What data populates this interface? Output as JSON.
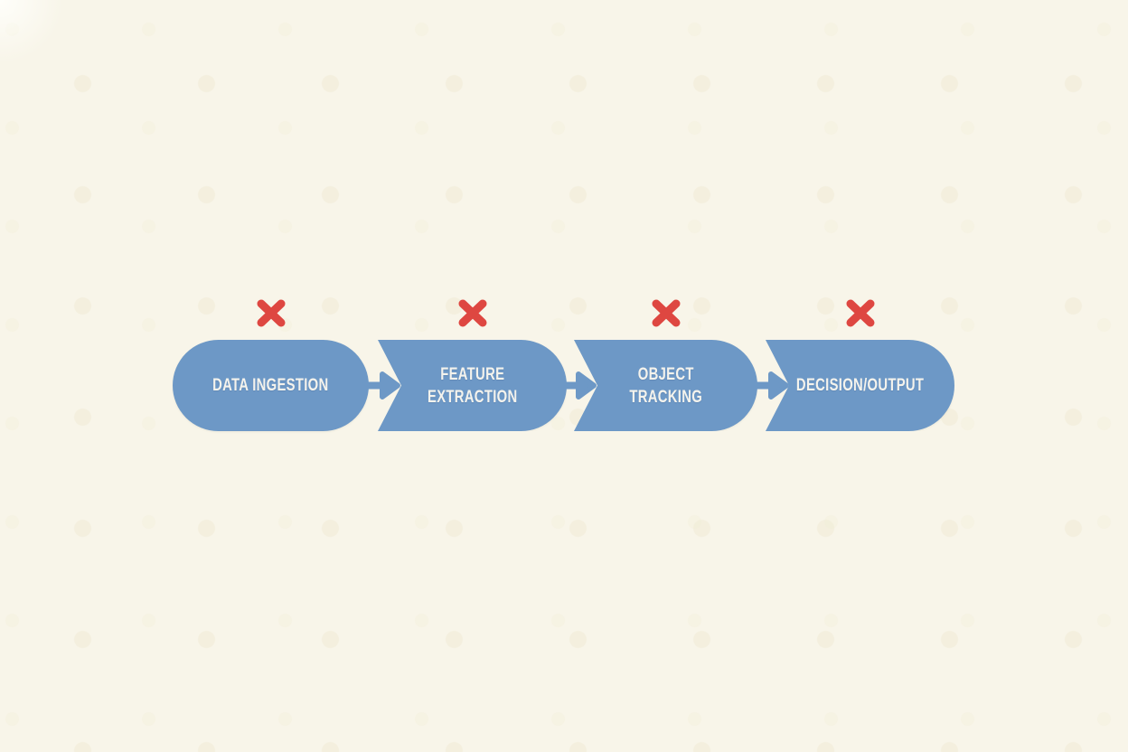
{
  "palette": {
    "background": "#f8f5e9",
    "stage_fill": "#6d98c6",
    "marker_red": "#de4741",
    "label_text": "#f4f3ed"
  },
  "diagram": {
    "type": "pipeline-flowchart",
    "stages": [
      {
        "id": "data-ingestion",
        "text": "DATA INGESTION",
        "shape": "stadium",
        "marked_rejected": true
      },
      {
        "id": "feature-extraction",
        "text": "FEATURE\nEXTRACTION",
        "shape": "chevron-pill",
        "marked_rejected": true
      },
      {
        "id": "object-tracking",
        "text": "OBJECT\nTRACKING",
        "shape": "chevron-pill",
        "marked_rejected": true
      },
      {
        "id": "decision-output",
        "text": "DECISION/OUTPUT",
        "shape": "chevron-pill",
        "marked_rejected": true
      }
    ],
    "connectors": [
      {
        "from": "data-ingestion",
        "to": "feature-extraction",
        "type": "arrow-right"
      },
      {
        "from": "feature-extraction",
        "to": "object-tracking",
        "type": "arrow-right"
      },
      {
        "from": "object-tracking",
        "to": "decision-output",
        "type": "arrow-right"
      }
    ],
    "markers": {
      "glyph": "x-cross",
      "count": 4,
      "meaning": "stage crossed out"
    }
  }
}
